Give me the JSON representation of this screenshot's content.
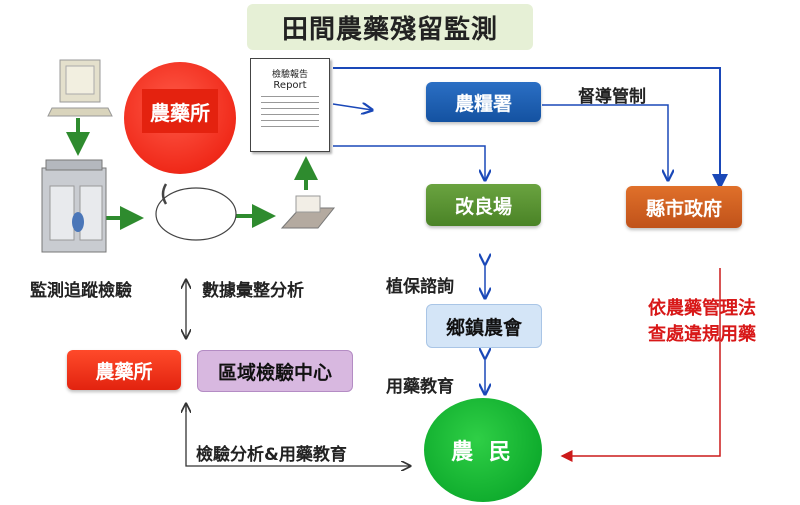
{
  "title": "田間農藥殘留監測",
  "report": {
    "line1": "檢驗報告",
    "line2": "Report"
  },
  "nodes": {
    "pesticide_institute_top": "農藥所",
    "agri_food_agency": "農糧署",
    "improvement_station": "改良場",
    "county_government": "縣市政府",
    "township_farmers_assoc": "鄉鎮農會",
    "pesticide_institute_bottom": "農藥所",
    "regional_testing_center": "區域檢驗中心",
    "farmers": "農 民"
  },
  "labels": {
    "monitoring": "監測追蹤檢驗",
    "data_analysis": "數據彙整分析",
    "supervision": "督導管制",
    "plant_protection": "植保諮詢",
    "pesticide_education": "用藥教育",
    "testing_education": "檢驗分析&用藥教育",
    "enforcement_line1": "依農藥管理法",
    "enforcement_line2": "查處違規用藥"
  },
  "colors": {
    "blue": "#1a56a8",
    "green": "#4a8326",
    "orange": "#c0521a",
    "red": "#e2230f",
    "farmer_green": "#10ad2e",
    "enforcement_red": "#d81818"
  }
}
